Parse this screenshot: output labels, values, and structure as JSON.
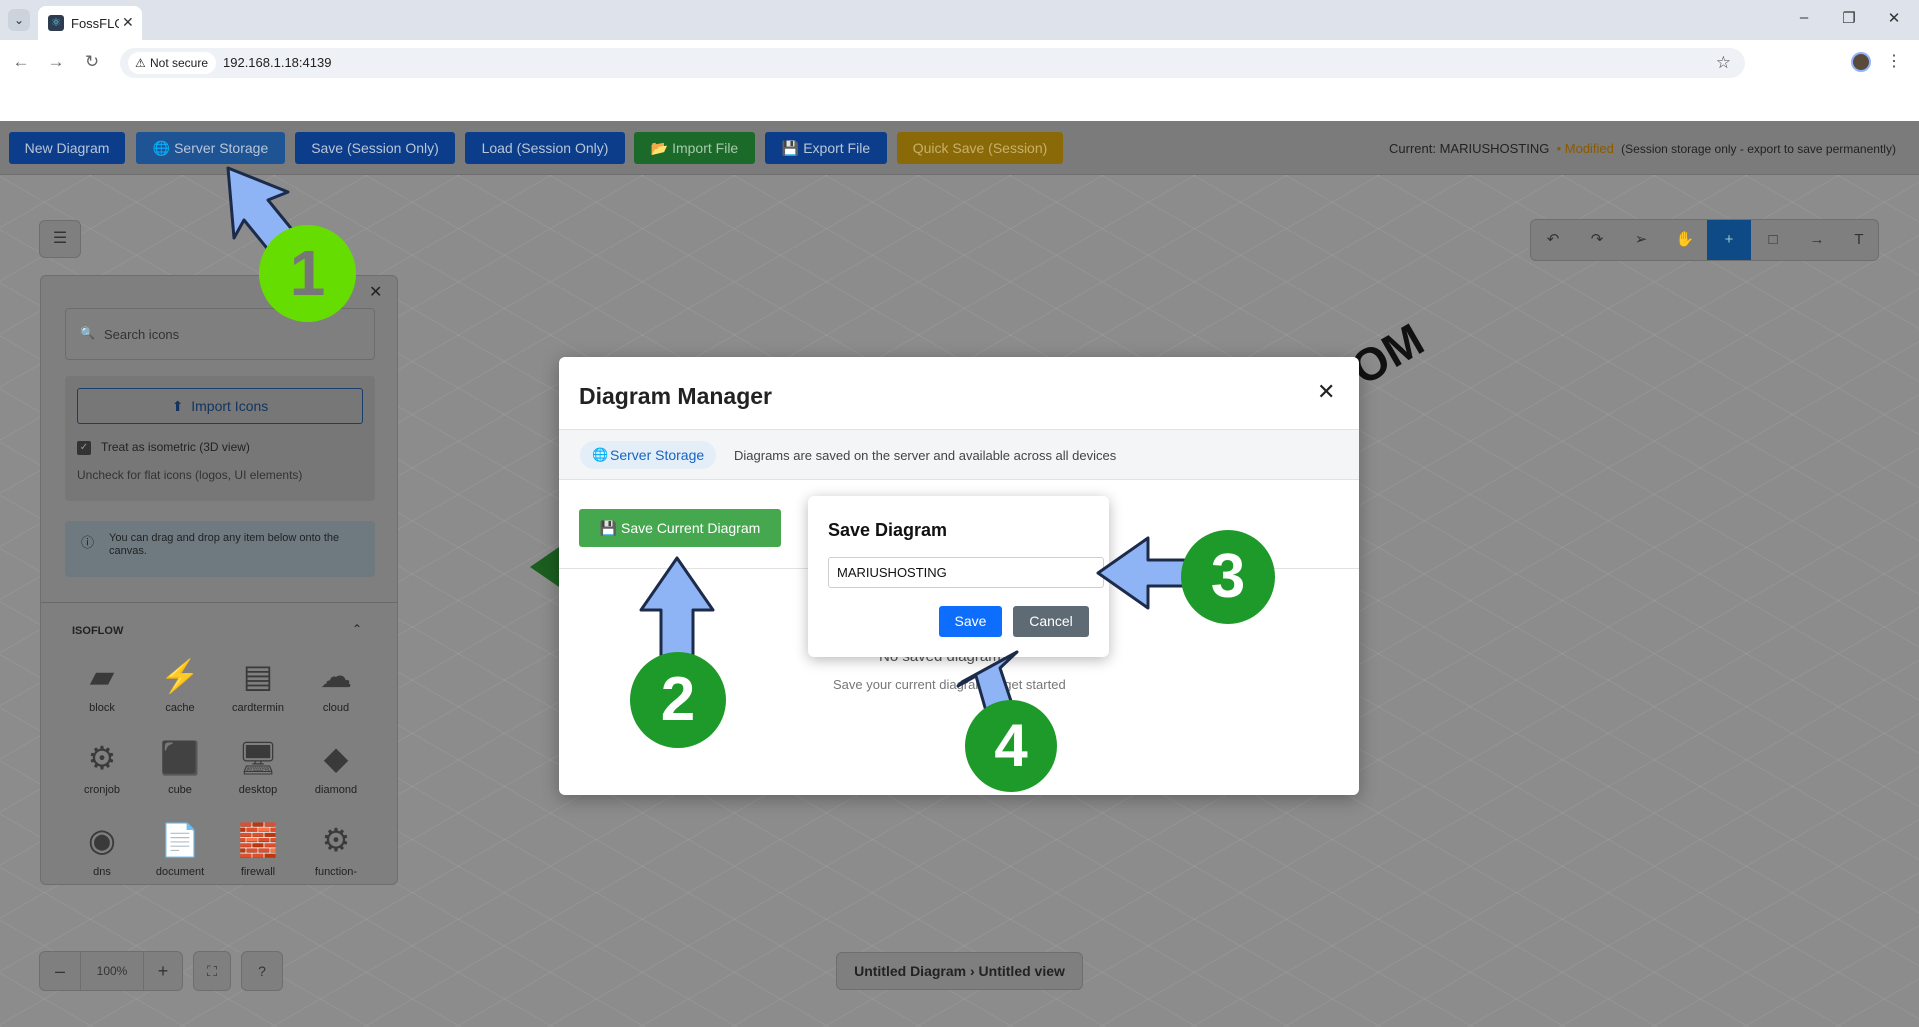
{
  "browser": {
    "tab_title": "FossFLO",
    "not_secure": "Not secure",
    "url": "192.168.1.18:4139"
  },
  "toolbar": {
    "new_diagram": "New Diagram",
    "server_storage": "Server Storage",
    "save_session": "Save (Session Only)",
    "load_session": "Load (Session Only)",
    "import_file": "Import File",
    "export_file": "Export File",
    "quick_save": "Quick Save (Session)",
    "status_current": "Current: MARIUSHOSTING",
    "status_modified": "• Modified",
    "status_note": "(Session storage only - export to save permanently)"
  },
  "left_panel": {
    "search_placeholder": "Search icons",
    "import_icons": "Import Icons",
    "isometric_label": "Treat as isometric (3D view)",
    "isometric_checked": true,
    "uncheck_note": "Uncheck for flat icons (logos, UI elements)",
    "drag_info": "You can drag and drop any item below onto the canvas.",
    "section_title": "ISOFLOW",
    "icons": [
      {
        "label": "block",
        "icon": "block-icon"
      },
      {
        "label": "cache",
        "icon": "cache-icon"
      },
      {
        "label": "cardtermin",
        "icon": "cardterminal-icon"
      },
      {
        "label": "cloud",
        "icon": "cloud-icon"
      },
      {
        "label": "cronjob",
        "icon": "cronjob-icon"
      },
      {
        "label": "cube",
        "icon": "cube-icon"
      },
      {
        "label": "desktop",
        "icon": "desktop-icon"
      },
      {
        "label": "diamond",
        "icon": "diamond-icon"
      },
      {
        "label": "dns",
        "icon": "dns-icon"
      },
      {
        "label": "document",
        "icon": "document-icon"
      },
      {
        "label": "firewall",
        "icon": "firewall-icon"
      },
      {
        "label": "function-",
        "icon": "function-icon"
      }
    ]
  },
  "bottom": {
    "zoom": "100%",
    "breadcrumb_diagram": "Untitled Diagram",
    "breadcrumb_sep": "›",
    "breadcrumb_view": "Untitled view"
  },
  "canvas": {
    "partial_text": "OM"
  },
  "diagram_manager": {
    "title": "Diagram Manager",
    "storage_chip": "Server Storage",
    "storage_desc": "Diagrams are saved on the server and available across all devices",
    "save_current": "Save Current Diagram",
    "no_saved": "No saved diagrams",
    "no_saved_sub": "Save your current diagram to get started"
  },
  "save_dialog": {
    "title": "Save Diagram",
    "name_value": "MARIUSHOSTING",
    "save": "Save",
    "cancel": "Cancel"
  },
  "annotations": {
    "step1": "1",
    "step2": "2",
    "step3": "3",
    "step4": "4"
  },
  "colors": {
    "accent_blue": "#0d6efd",
    "save_green": "#46a84e",
    "badge_green_light": "#66dd00",
    "badge_green_dark": "#1e9a2a",
    "arrow_blue": "#8fb4f5"
  }
}
